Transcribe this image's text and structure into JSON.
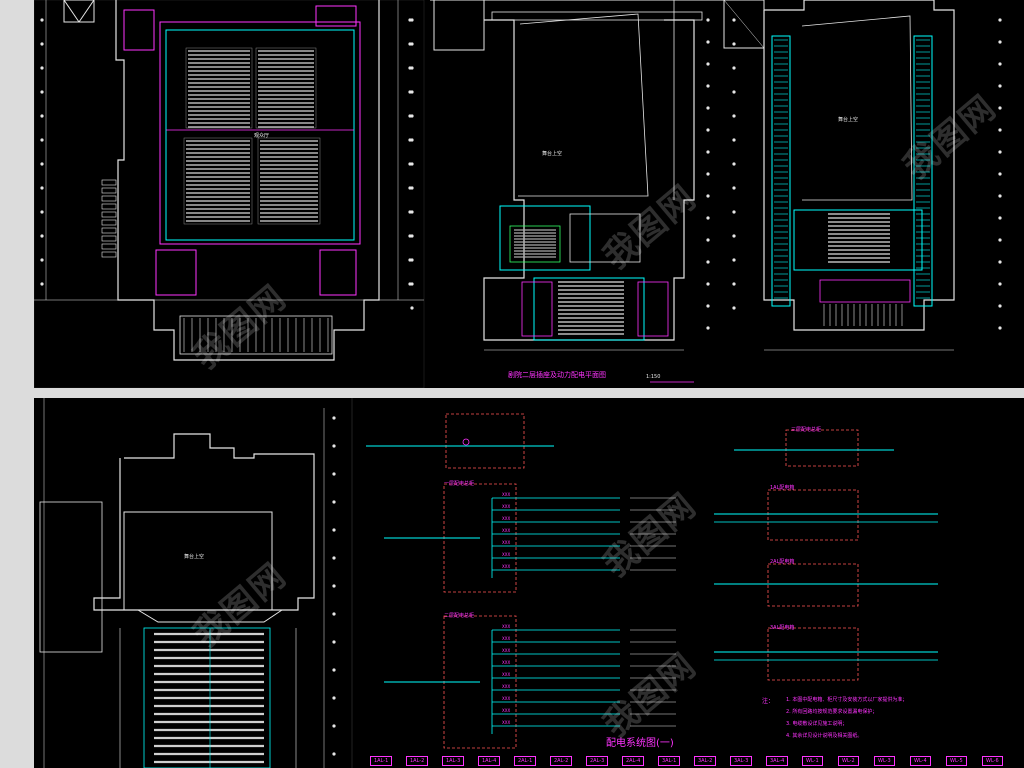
{
  "colors": {
    "background": "#000000",
    "page_margin": "#dcdcdc",
    "wall": "#e6e6e6",
    "wiring": "#00ffff",
    "annotation": "#ff33ff",
    "panel_border": "#ff5555",
    "green": "#33ff66"
  },
  "top_sheet": {
    "plan_title": "剧院二层插座及动力配电平面图",
    "scale": "1:150",
    "room_labels": [
      "观众厅",
      "舞台上空",
      "舞台上空"
    ]
  },
  "bottom_sheet": {
    "room_label": "舞台上空",
    "diagram_title": "配电系统图(一)",
    "panels": [
      "一层配电总柜",
      "二层配电总柜",
      "三层配电总柜",
      "1AL配电箱",
      "2AL配电箱",
      "3AL配电箱"
    ],
    "notes_label": "注：",
    "notes": [
      "1. 本图中配电箱、柜尺寸及安装方式以厂家提供为准；",
      "2. 所有回路均按规范要求设置漏电保护；",
      "3. 电缆敷设详见施工说明；",
      "4. 其余详见设计说明及相关图纸。"
    ],
    "bottom_row": [
      "1AL-1",
      "1AL-2",
      "1AL-3",
      "1AL-4",
      "2AL-1",
      "2AL-2",
      "2AL-3",
      "2AL-4",
      "3AL-1",
      "3AL-2",
      "3AL-3",
      "3AL-4",
      "WL-1",
      "WL-2",
      "WL-3",
      "WL-4",
      "WL-5",
      "WL-6"
    ]
  },
  "watermark": "我图网"
}
